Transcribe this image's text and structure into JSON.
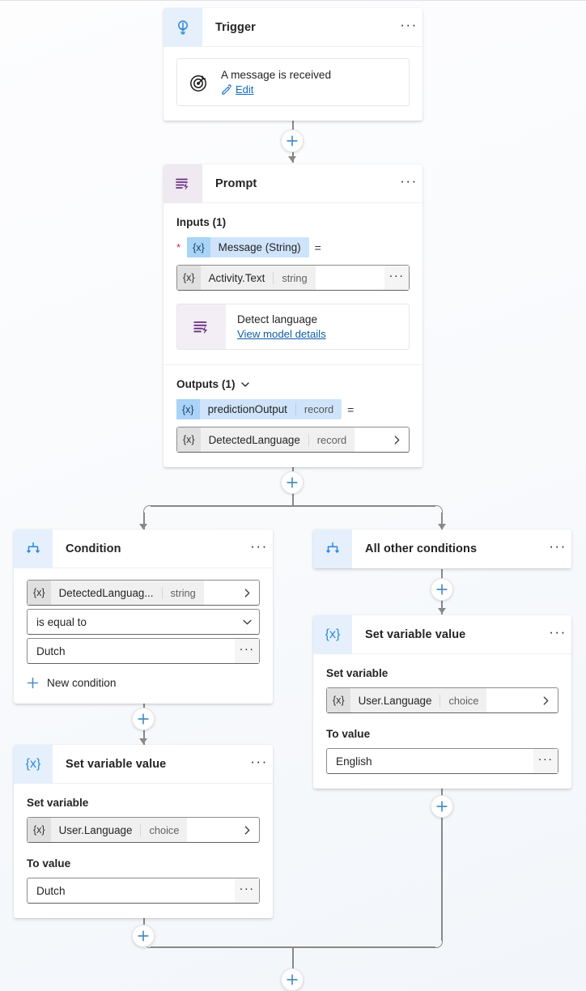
{
  "flow": {
    "nodes": {
      "trigger": {
        "title": "Trigger",
        "icon": "trigger-bulb-icon",
        "more_label": "···",
        "card": {
          "icon": "target-icon",
          "title": "A message is received",
          "edit_label": "Edit",
          "edit_icon": "pencil-icon"
        }
      },
      "prompt": {
        "title": "Prompt",
        "icon": "prompt-lines-bolt-icon",
        "more_label": "···",
        "inputs_label": "Inputs (1)",
        "input": {
          "required_marker": "*",
          "x_tag": "{x}",
          "name": "Message (String)",
          "equals": "=",
          "value_x_tag": "{x}",
          "value_name": "Activity.Text",
          "value_type": "string",
          "value_more": "···"
        },
        "model": {
          "icon": "prompt-lines-bolt-icon",
          "title": "Detect language",
          "link": "View model details"
        },
        "outputs_label": "Outputs (1)",
        "outputs_chevron": "chevron-down-icon",
        "output": {
          "x_tag": "{x}",
          "name": "predictionOutput",
          "type": "record",
          "equals": "=",
          "value_x_tag": "{x}",
          "value_name": "DetectedLanguage",
          "value_type": "record",
          "value_chevron": "chevron-right-icon"
        }
      },
      "condition": {
        "title": "Condition",
        "icon": "branch-icon",
        "more_label": "···",
        "left_operand": {
          "x_tag": "{x}",
          "name": "DetectedLanguag...",
          "type": "string",
          "chevron": "chevron-right-icon"
        },
        "operator": "is equal to",
        "operator_chevron": "chevron-down-icon",
        "value": "Dutch",
        "value_more": "···",
        "new_condition_label": "New condition",
        "new_condition_icon": "plus-icon"
      },
      "all_other_conditions": {
        "title": "All other conditions",
        "icon": "branch-icon",
        "more_label": "···"
      },
      "set_variable_left": {
        "title": "Set variable value",
        "icon": "variable-x-icon",
        "more_label": "···",
        "set_variable_label": "Set variable",
        "variable": {
          "x_tag": "{x}",
          "name": "User.Language",
          "type": "choice",
          "chevron": "chevron-right-icon"
        },
        "to_value_label": "To value",
        "to_value": "Dutch",
        "to_value_more": "···"
      },
      "set_variable_right": {
        "title": "Set variable value",
        "icon": "variable-x-icon",
        "more_label": "···",
        "set_variable_label": "Set variable",
        "variable": {
          "x_tag": "{x}",
          "name": "User.Language",
          "type": "choice",
          "chevron": "chevron-right-icon"
        },
        "to_value_label": "To value",
        "to_value": "English",
        "to_value_more": "···"
      }
    },
    "add_buttons": [
      {
        "name": "add-step-after-trigger"
      },
      {
        "name": "add-step-after-prompt"
      },
      {
        "name": "add-step-after-all-other-conditions"
      },
      {
        "name": "add-step-after-condition"
      },
      {
        "name": "add-step-after-set-variable-left"
      },
      {
        "name": "add-step-after-set-variable-right"
      },
      {
        "name": "add-step-at-merge"
      }
    ],
    "colors": {
      "accent_blue": "#0f6cbd",
      "icon_blue": "#2b88d8",
      "icon_blue_bg": "#e5f0fc",
      "icon_purple": "#6b2f82",
      "icon_purple_bg": "#efe9f1",
      "connector_grey": "#8a8886",
      "required_red": "#c4314b",
      "canvas_bg": "#f4f8fb"
    }
  }
}
